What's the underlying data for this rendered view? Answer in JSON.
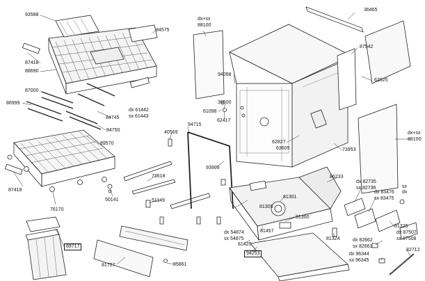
{
  "parts": {
    "p93588": "93588",
    "p84575": "84575",
    "p87418a": "87418",
    "p88690": "88690",
    "p87000": "87000",
    "p86999": "86999",
    "p84745": "84745",
    "p84750": "84750",
    "p61442": "dx 61442",
    "p61443": "sx 61443",
    "p89570": "89570",
    "p40569": "40569",
    "p94715": "94715",
    "p87418b": "87418",
    "p76170": "76170",
    "p50141": "50141",
    "p73618": "73618",
    "p51149": "51149",
    "p93909": "93909",
    "p89717": "89717",
    "p81727": "81727",
    "p85861": "85861",
    "p88100a_side": "dx+sx",
    "p88100a": "88100",
    "p94098": "94098",
    "p36500": "36500",
    "p61098": "61098",
    "p62417": "62417",
    "p36465": "36465",
    "p87542": "87542",
    "p62025": "62025",
    "p88100b_side": "dx+sx",
    "p88100b": "88100",
    "p62827": "62827",
    "p63605": "63605",
    "p73953": "73953",
    "p86233": "86233",
    "p81301": "81301",
    "p81305": "81305",
    "p81300": "81300",
    "p54874": "dx 54874",
    "p54875": "sx 54875",
    "p81457": "81457",
    "p81425": "81425",
    "p94253": "94253",
    "p81324": "81324",
    "p82735": "dx 82735",
    "p82736": "sx 82736",
    "p83476": "dx 83476",
    "p83475": "sx 83475",
    "p_sx": "sx",
    "p_dx": "dx",
    "p81325": "81325",
    "p87507": "dx 87507",
    "p87508": "sx 87508",
    "p82662": "dx 82662",
    "p82661": "sx 82661",
    "p96344": "dx 96344",
    "p96345": "sx 96345",
    "p82712": "82712"
  }
}
